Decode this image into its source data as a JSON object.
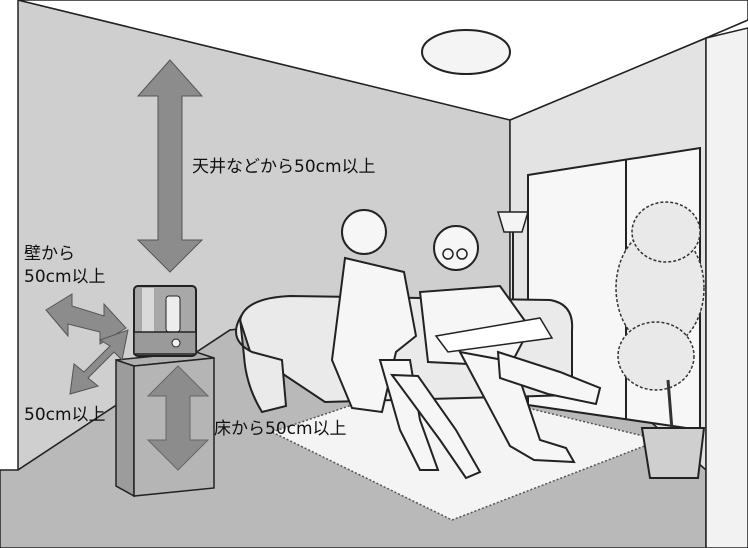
{
  "labels": {
    "ceiling": "天井などから50cm以上",
    "wall_line1": "壁から",
    "wall_line2": "50cm以上",
    "side": "50cm以上",
    "floor": "床から50cm以上"
  },
  "colors": {
    "wall": "#cccccc",
    "floor": "#b5b5b5",
    "arrow": "#8c8c8c",
    "outline": "#222222",
    "rug": "#f4f4f4"
  }
}
